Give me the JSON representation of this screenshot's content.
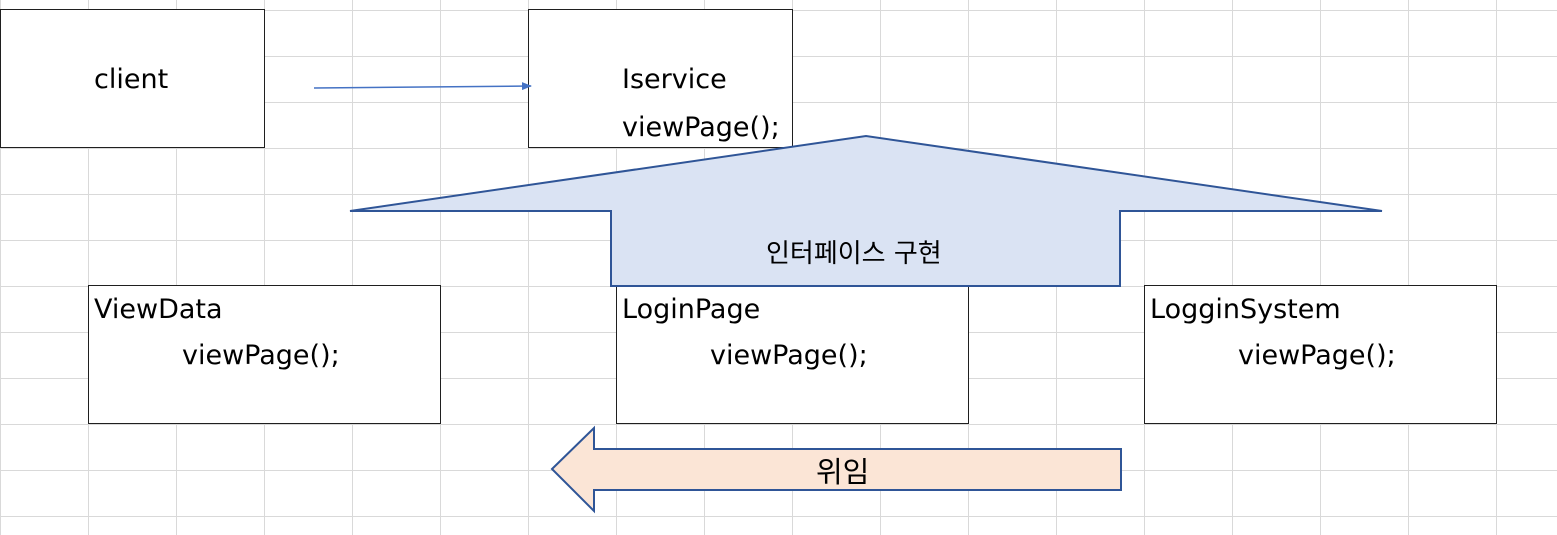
{
  "colors": {
    "gridline": "#d9d9d9",
    "box_border": "#1f1f1f",
    "connector": "#4472c4",
    "implement_arrow_fill": "#dae3f3",
    "implement_arrow_stroke": "#2f5597",
    "delegate_arrow_fill": "#fbe5d6",
    "delegate_arrow_stroke": "#2f5597"
  },
  "boxes": {
    "client": {
      "name": "client"
    },
    "iservice": {
      "name": "Iservice",
      "method": "viewPage();"
    },
    "view_data": {
      "name": "ViewData",
      "method": "viewPage();"
    },
    "login_page": {
      "name": "LoginPage",
      "method": "viewPage();"
    },
    "loggin_system": {
      "name": "LogginSystem",
      "method": "viewPage();"
    }
  },
  "arrows": {
    "implement": {
      "label": "인터페이스 구현",
      "direction": "up"
    },
    "delegate": {
      "label": "위임",
      "direction": "left"
    },
    "client_to_iservice": {
      "direction": "right"
    }
  }
}
